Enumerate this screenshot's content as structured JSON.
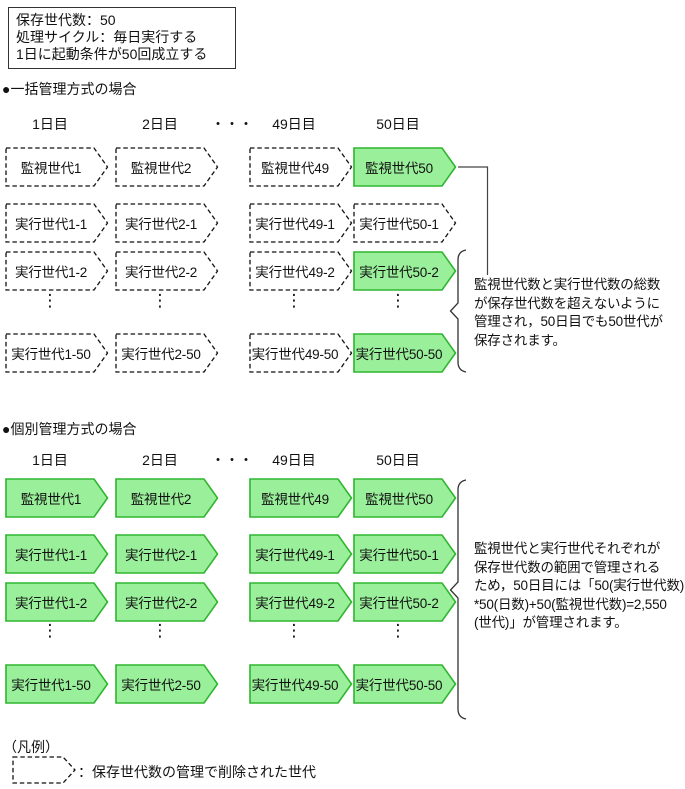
{
  "info_box": {
    "text": "保存世代数：50\n処理サイクル：毎日実行する\n1日に起動条件が50回成立する"
  },
  "colors": {
    "kept_fill": "#9af09a",
    "kept_border": "#2fb52f",
    "deleted_border": "#111111"
  },
  "sections": [
    {
      "id": "batch",
      "heading": "●一括管理方式の場合",
      "day_headers": [
        "1日目",
        "2日目",
        "・・・",
        "49日目",
        "50日目"
      ],
      "rows": [
        {
          "cells": [
            {
              "label": "監視世代1",
              "kept": false
            },
            {
              "label": "監視世代2",
              "kept": false
            },
            {
              "label": "監視世代49",
              "kept": false
            },
            {
              "label": "監視世代50",
              "kept": true
            }
          ]
        },
        {
          "cells": [
            {
              "label": "実行世代1-1",
              "kept": false
            },
            {
              "label": "実行世代2-1",
              "kept": false
            },
            {
              "label": "実行世代49-1",
              "kept": false
            },
            {
              "label": "実行世代50-1",
              "kept": false
            }
          ]
        },
        {
          "cells": [
            {
              "label": "実行世代1-2",
              "kept": false
            },
            {
              "label": "実行世代2-2",
              "kept": false
            },
            {
              "label": "実行世代49-2",
              "kept": false
            },
            {
              "label": "実行世代50-2",
              "kept": true
            }
          ]
        },
        {
          "dots": true
        },
        {
          "cells": [
            {
              "label": "実行世代1-50",
              "kept": false
            },
            {
              "label": "実行世代2-50",
              "kept": false
            },
            {
              "label": "実行世代49-50",
              "kept": false
            },
            {
              "label": "実行世代50-50",
              "kept": true
            }
          ]
        }
      ],
      "note": "監視世代数と実行世代数の総数\nが保存世代数を超えないように\n管理され，50日目でも50世代が\n保存されます。"
    },
    {
      "id": "individual",
      "heading": "●個別管理方式の場合",
      "day_headers": [
        "1日目",
        "2日目",
        "・・・",
        "49日目",
        "50日目"
      ],
      "rows": [
        {
          "cells": [
            {
              "label": "監視世代1",
              "kept": true
            },
            {
              "label": "監視世代2",
              "kept": true
            },
            {
              "label": "監視世代49",
              "kept": true
            },
            {
              "label": "監視世代50",
              "kept": true
            }
          ]
        },
        {
          "cells": [
            {
              "label": "実行世代1-1",
              "kept": true
            },
            {
              "label": "実行世代2-1",
              "kept": true
            },
            {
              "label": "実行世代49-1",
              "kept": true
            },
            {
              "label": "実行世代50-1",
              "kept": true
            }
          ]
        },
        {
          "cells": [
            {
              "label": "実行世代1-2",
              "kept": true
            },
            {
              "label": "実行世代2-2",
              "kept": true
            },
            {
              "label": "実行世代49-2",
              "kept": true
            },
            {
              "label": "実行世代50-2",
              "kept": true
            }
          ]
        },
        {
          "dots": true
        },
        {
          "cells": [
            {
              "label": "実行世代1-50",
              "kept": true
            },
            {
              "label": "実行世代2-50",
              "kept": true
            },
            {
              "label": "実行世代49-50",
              "kept": true
            },
            {
              "label": "実行世代50-50",
              "kept": true
            }
          ]
        }
      ],
      "note": "監視世代と実行世代それぞれが\n保存世代数の範囲で管理される\nため，50日目には「50(実行世代数)\n*50(日数)+50(監視世代数)=2,550\n(世代)」が管理されます。"
    }
  ],
  "legend": {
    "title": "（凡例）",
    "entry_text": "：保存世代数の管理で削除された世代"
  }
}
